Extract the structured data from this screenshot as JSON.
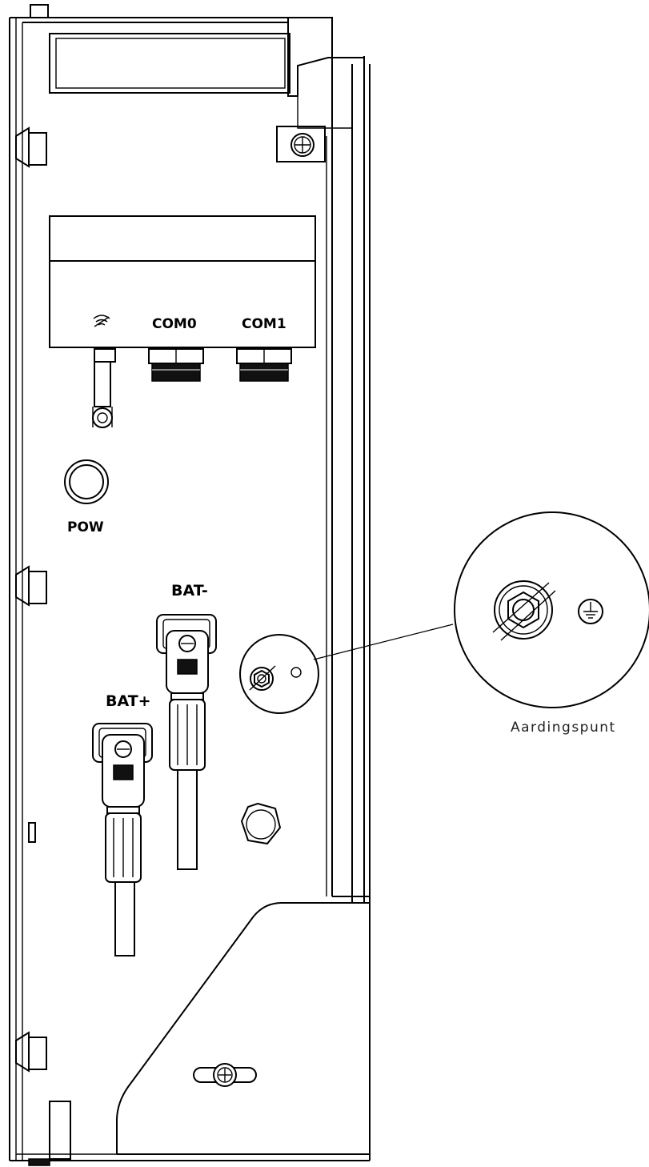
{
  "labels": {
    "com0": "COM0",
    "com1": "COM1",
    "pow": "POW",
    "bat_minus": "BAT-",
    "bat_plus": "BAT+",
    "grounding_point": "Aardingspunt"
  },
  "icons": {
    "wifi": "wifi-icon",
    "ground": "ground-symbol-icon"
  }
}
